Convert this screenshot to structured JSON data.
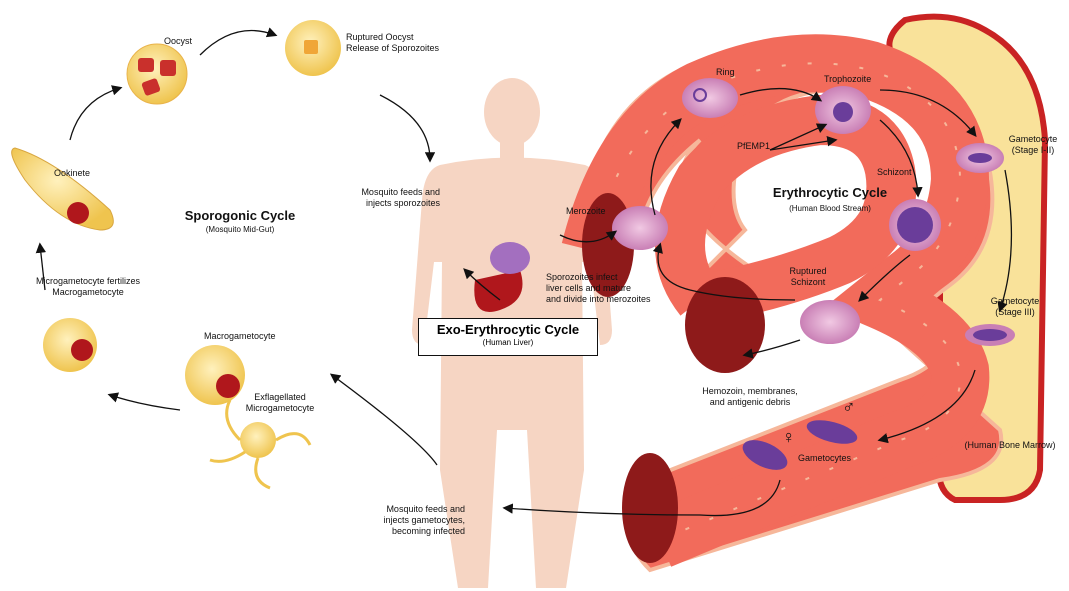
{
  "labels": {
    "sporogonic_title": "Sporogonic Cycle",
    "sporogonic_sub": "(Mosquito Mid-Gut)",
    "exo_title": "Exo-Erythrocytic Cycle",
    "exo_sub": "(Human Liver)",
    "erythro_title": "Erythrocytic Cycle",
    "erythro_sub": "(Human Blood Stream)",
    "oocyst": "Oocyst",
    "ruptured_oocyst_1": "Ruptured Oocyst",
    "ruptured_oocyst_2": "Release of Sporozoites",
    "ookinete": "Ookinete",
    "micro_fert_1": "Microgametocyte fertilizes",
    "micro_fert_2": "Macrogametocyte",
    "macrogametocyte": "Macrogametocyte",
    "exflag_1": "Exflagellated",
    "exflag_2": "Microgametocyte",
    "mosquito_feeds_1": "Mosquito feeds and",
    "mosquito_feeds_2": "injects sporozoites",
    "sporo_infect_1": "Sporozoites infect",
    "sporo_infect_2": "liver cells and mature",
    "sporo_infect_3": "and divide into merozoites",
    "merozoite": "Merozoite",
    "ring": "Ring",
    "trophozoite": "Trophozoite",
    "pfemp1": "PfEMP1",
    "schizont": "Schizont",
    "ruptured_schizont_1": "Ruptured",
    "ruptured_schizont_2": "Schizont",
    "hemozoin_1": "Hemozoin, membranes,",
    "hemozoin_2": "and antigenic debris",
    "gametocytes": "Gametocytes",
    "gam_stage12_1": "Gametocyte",
    "gam_stage12_2": "(Stage I-II)",
    "gam_stage3_1": "Gametocyte",
    "gam_stage3_2": "(Stage III)",
    "bone_marrow": "(Human Bone Marrow)",
    "mosquito_gam_1": "Mosquito feeds and",
    "mosquito_gam_2": "injects gametocytes,",
    "mosquito_gam_3": "becoming infected",
    "male_symbol": "♂",
    "female_symbol": "♀"
  },
  "colors": {
    "vessel": "#f26b5b",
    "vessel_dark": "#8e1a1a",
    "vessel_edge": "#f6b79a",
    "body": "#f6d5c3",
    "marrow": "#f9e29a",
    "marrow_edge": "#c92323",
    "rbc": "#d9a3c9",
    "parasite": "#6a3d9a",
    "gamete": "#f7d774",
    "nucleus": "#b0171c"
  }
}
